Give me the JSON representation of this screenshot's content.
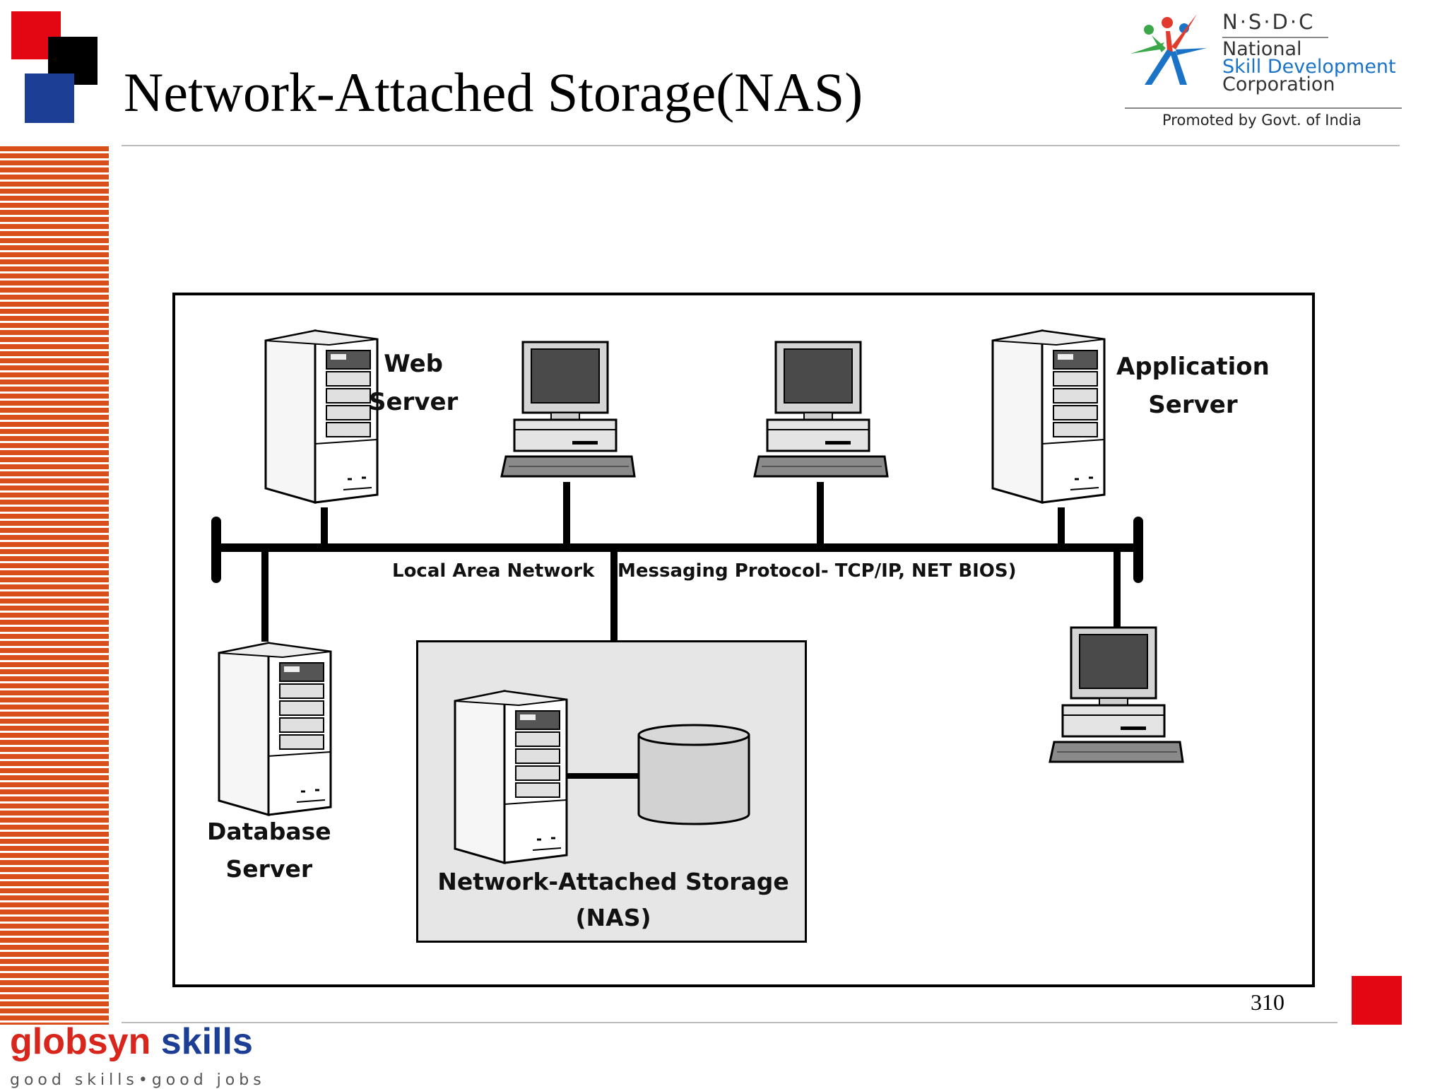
{
  "slide": {
    "title": "Network-Attached Storage(NAS)",
    "page_number": "310"
  },
  "logo_nsdc": {
    "abbr": "N·S·D·C",
    "line1": "National",
    "line2": "Skill Development",
    "line3": "Corporation",
    "promoted": "Promoted by Govt. of India",
    "colors": {
      "blue": "#1a73c6",
      "red": "#e23b2e",
      "green": "#3aa848",
      "grey": "#444444"
    }
  },
  "diagram": {
    "web_server": {
      "line1": "Web",
      "line2": "Server"
    },
    "application_server": {
      "line1": "Application",
      "line2": "Server"
    },
    "database_server": {
      "line1": "Database",
      "line2": "Server"
    },
    "lan_label": "Local Area Network",
    "protocol_label": "Messaging Protocol- TCP/IP, NET BIOS)",
    "nas": {
      "line1": "Network-Attached Storage",
      "line2": "(NAS)"
    },
    "icons": [
      "server-tower-icon",
      "desktop-computer-icon",
      "disk-storage-icon"
    ]
  },
  "footer": {
    "brand_part1": "globsyn",
    "brand_part2": "skills",
    "tagline": "good skills•good jobs",
    "colors": {
      "part1": "#d9261c",
      "part2": "#1c3f95"
    }
  },
  "decor": {
    "red": "#e30613",
    "black": "#000000",
    "blue": "#1c3f95",
    "stripes": "#d94f1c"
  }
}
